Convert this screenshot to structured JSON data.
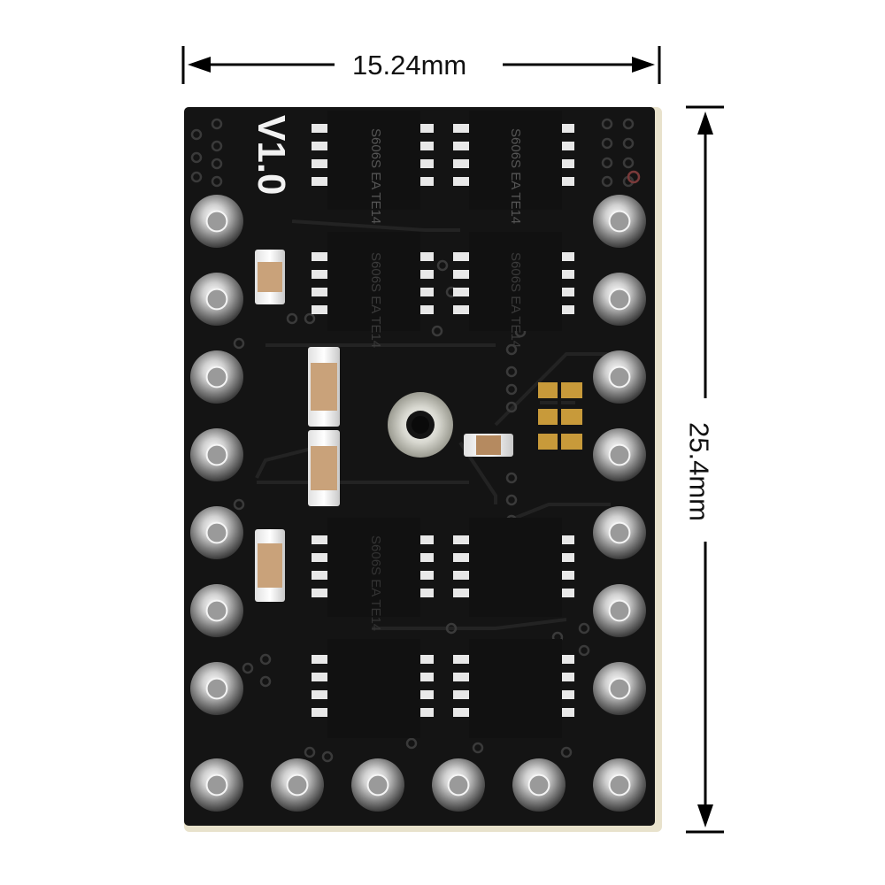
{
  "dimensions": {
    "width_label": "15.24mm",
    "height_label": "25.4mm"
  },
  "board": {
    "silkscreen_version": "V1.0",
    "chip_marking": "S606S EA TE14",
    "pins_per_side_column": 7,
    "pins_bottom_row": 6,
    "mosfet_count": 8,
    "colors": {
      "pcb": "#141414",
      "trace": "#1e1e1e",
      "silk": "#f2f2f2",
      "pad": "#d8d8d8",
      "capacitor": "#c9a27a",
      "chip": "#121212",
      "jumper": "#c89a3a",
      "edge": "#e8e2cc"
    }
  }
}
